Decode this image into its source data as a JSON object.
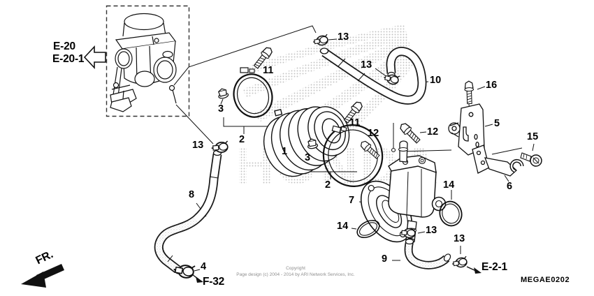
{
  "watermark": "HONDA",
  "code": "MEGAE0202",
  "copyright": {
    "line1": "Copyright",
    "line2": "Page design (c) 2004 - 2014 by ARI Network Services, Inc."
  },
  "refs": {
    "e20": "E-20",
    "e20_1": "E-20-1",
    "fr": "FR.",
    "f32": "F-32",
    "e21": "E-2-1"
  },
  "callouts": [
    "13",
    "11",
    "3",
    "2",
    "1",
    "13",
    "11",
    "3",
    "2",
    "12",
    "12",
    "13",
    "10",
    "16",
    "5",
    "15",
    "6",
    "14",
    "7",
    "14",
    "13",
    "13",
    "9",
    "8",
    "4"
  ]
}
